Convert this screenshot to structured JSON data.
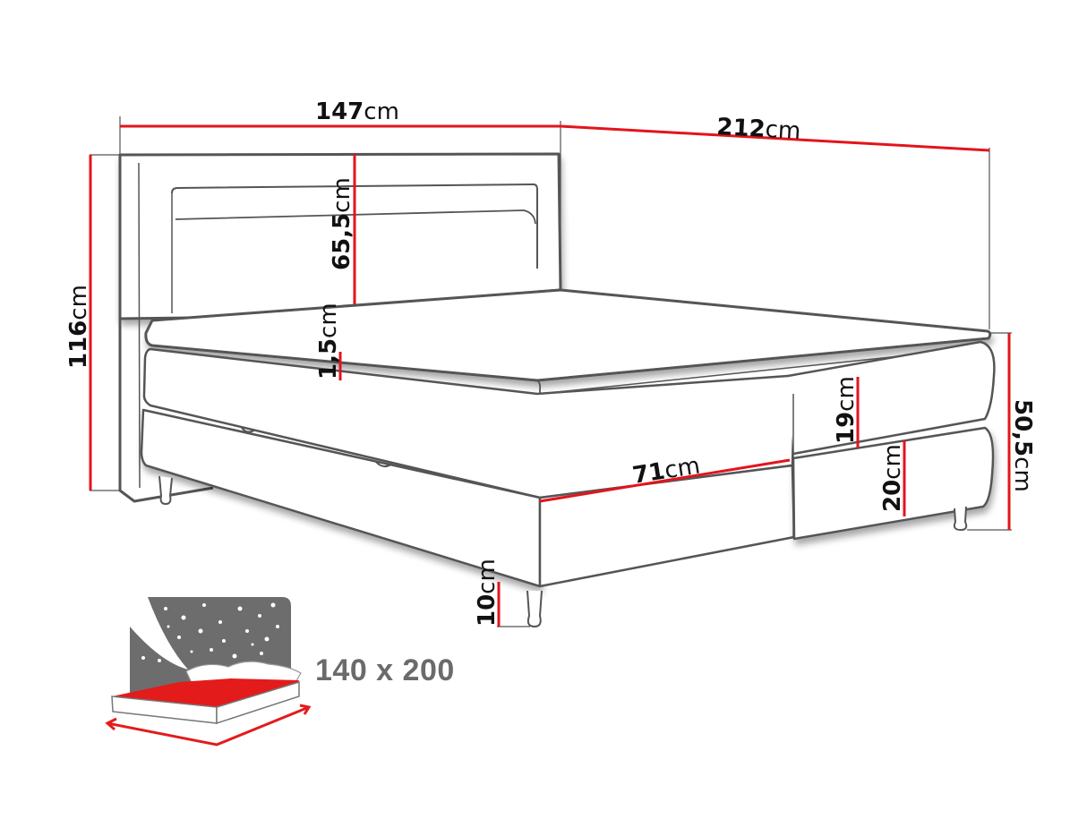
{
  "diagram": {
    "subject": "Boxspring bed with upholstered headboard and topper",
    "colors": {
      "outline": "#555555",
      "dimension_line": "#e3141c",
      "text": "#111111",
      "icon_gray": "#6d6d6d",
      "icon_red": "#e31b1b"
    },
    "dimensions": {
      "width": {
        "value": "147",
        "unit": "cm"
      },
      "length": {
        "value": "212",
        "unit": "cm"
      },
      "total_height": {
        "value": "116",
        "unit": "cm"
      },
      "headboard_panel": {
        "value": "65,5",
        "unit": "cm"
      },
      "topper_thickness": {
        "value": "1,5",
        "unit": "cm"
      },
      "mattress_height": {
        "value": "19",
        "unit": "cm"
      },
      "box_height": {
        "value": "20",
        "unit": "cm"
      },
      "sleeping_height": {
        "value": "50,5",
        "unit": "cm"
      },
      "storage_length": {
        "value": "71",
        "unit": "cm"
      },
      "leg_height": {
        "value": "10",
        "unit": "cm"
      }
    },
    "mattress_icon": {
      "icon": "bed-night-stars-icon",
      "size_label": "140 x 200"
    }
  }
}
